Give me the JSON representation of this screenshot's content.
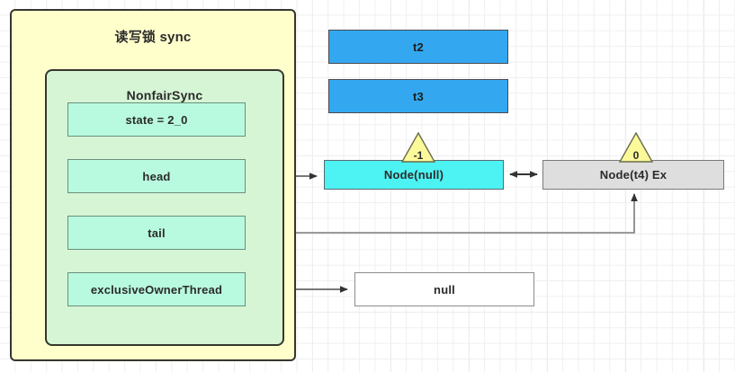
{
  "diagram": {
    "title_outer": "读写锁 sync",
    "title_inner": "NonfairSync",
    "fields": [
      {
        "id": "state",
        "label": "state = 2_0"
      },
      {
        "id": "head",
        "label": "head"
      },
      {
        "id": "tail",
        "label": "tail"
      },
      {
        "id": "exclusiveOwnerThread",
        "label": "exclusiveOwnerThread"
      }
    ],
    "threads": [
      {
        "id": "t2",
        "label": "t2"
      },
      {
        "id": "t3",
        "label": "t3"
      }
    ],
    "nodes": [
      {
        "id": "node-head",
        "label": "Node(null)",
        "wait_status": "-1"
      },
      {
        "id": "node-tail",
        "label": "Node(t4) Ex",
        "wait_status": "0"
      }
    ],
    "owner_value": "null",
    "colors": {
      "outer_fill": "#ffffcc",
      "inner_fill": "#d5f5d5",
      "field_fill": "#b8fadf",
      "thread_fill": "#33a8f0",
      "node_head_fill": "#4df2f2",
      "node_tail_fill": "#dedede",
      "triangle_fill": "#fbf99a",
      "stroke": "#36372f",
      "connector": "#4d4d4d"
    }
  }
}
